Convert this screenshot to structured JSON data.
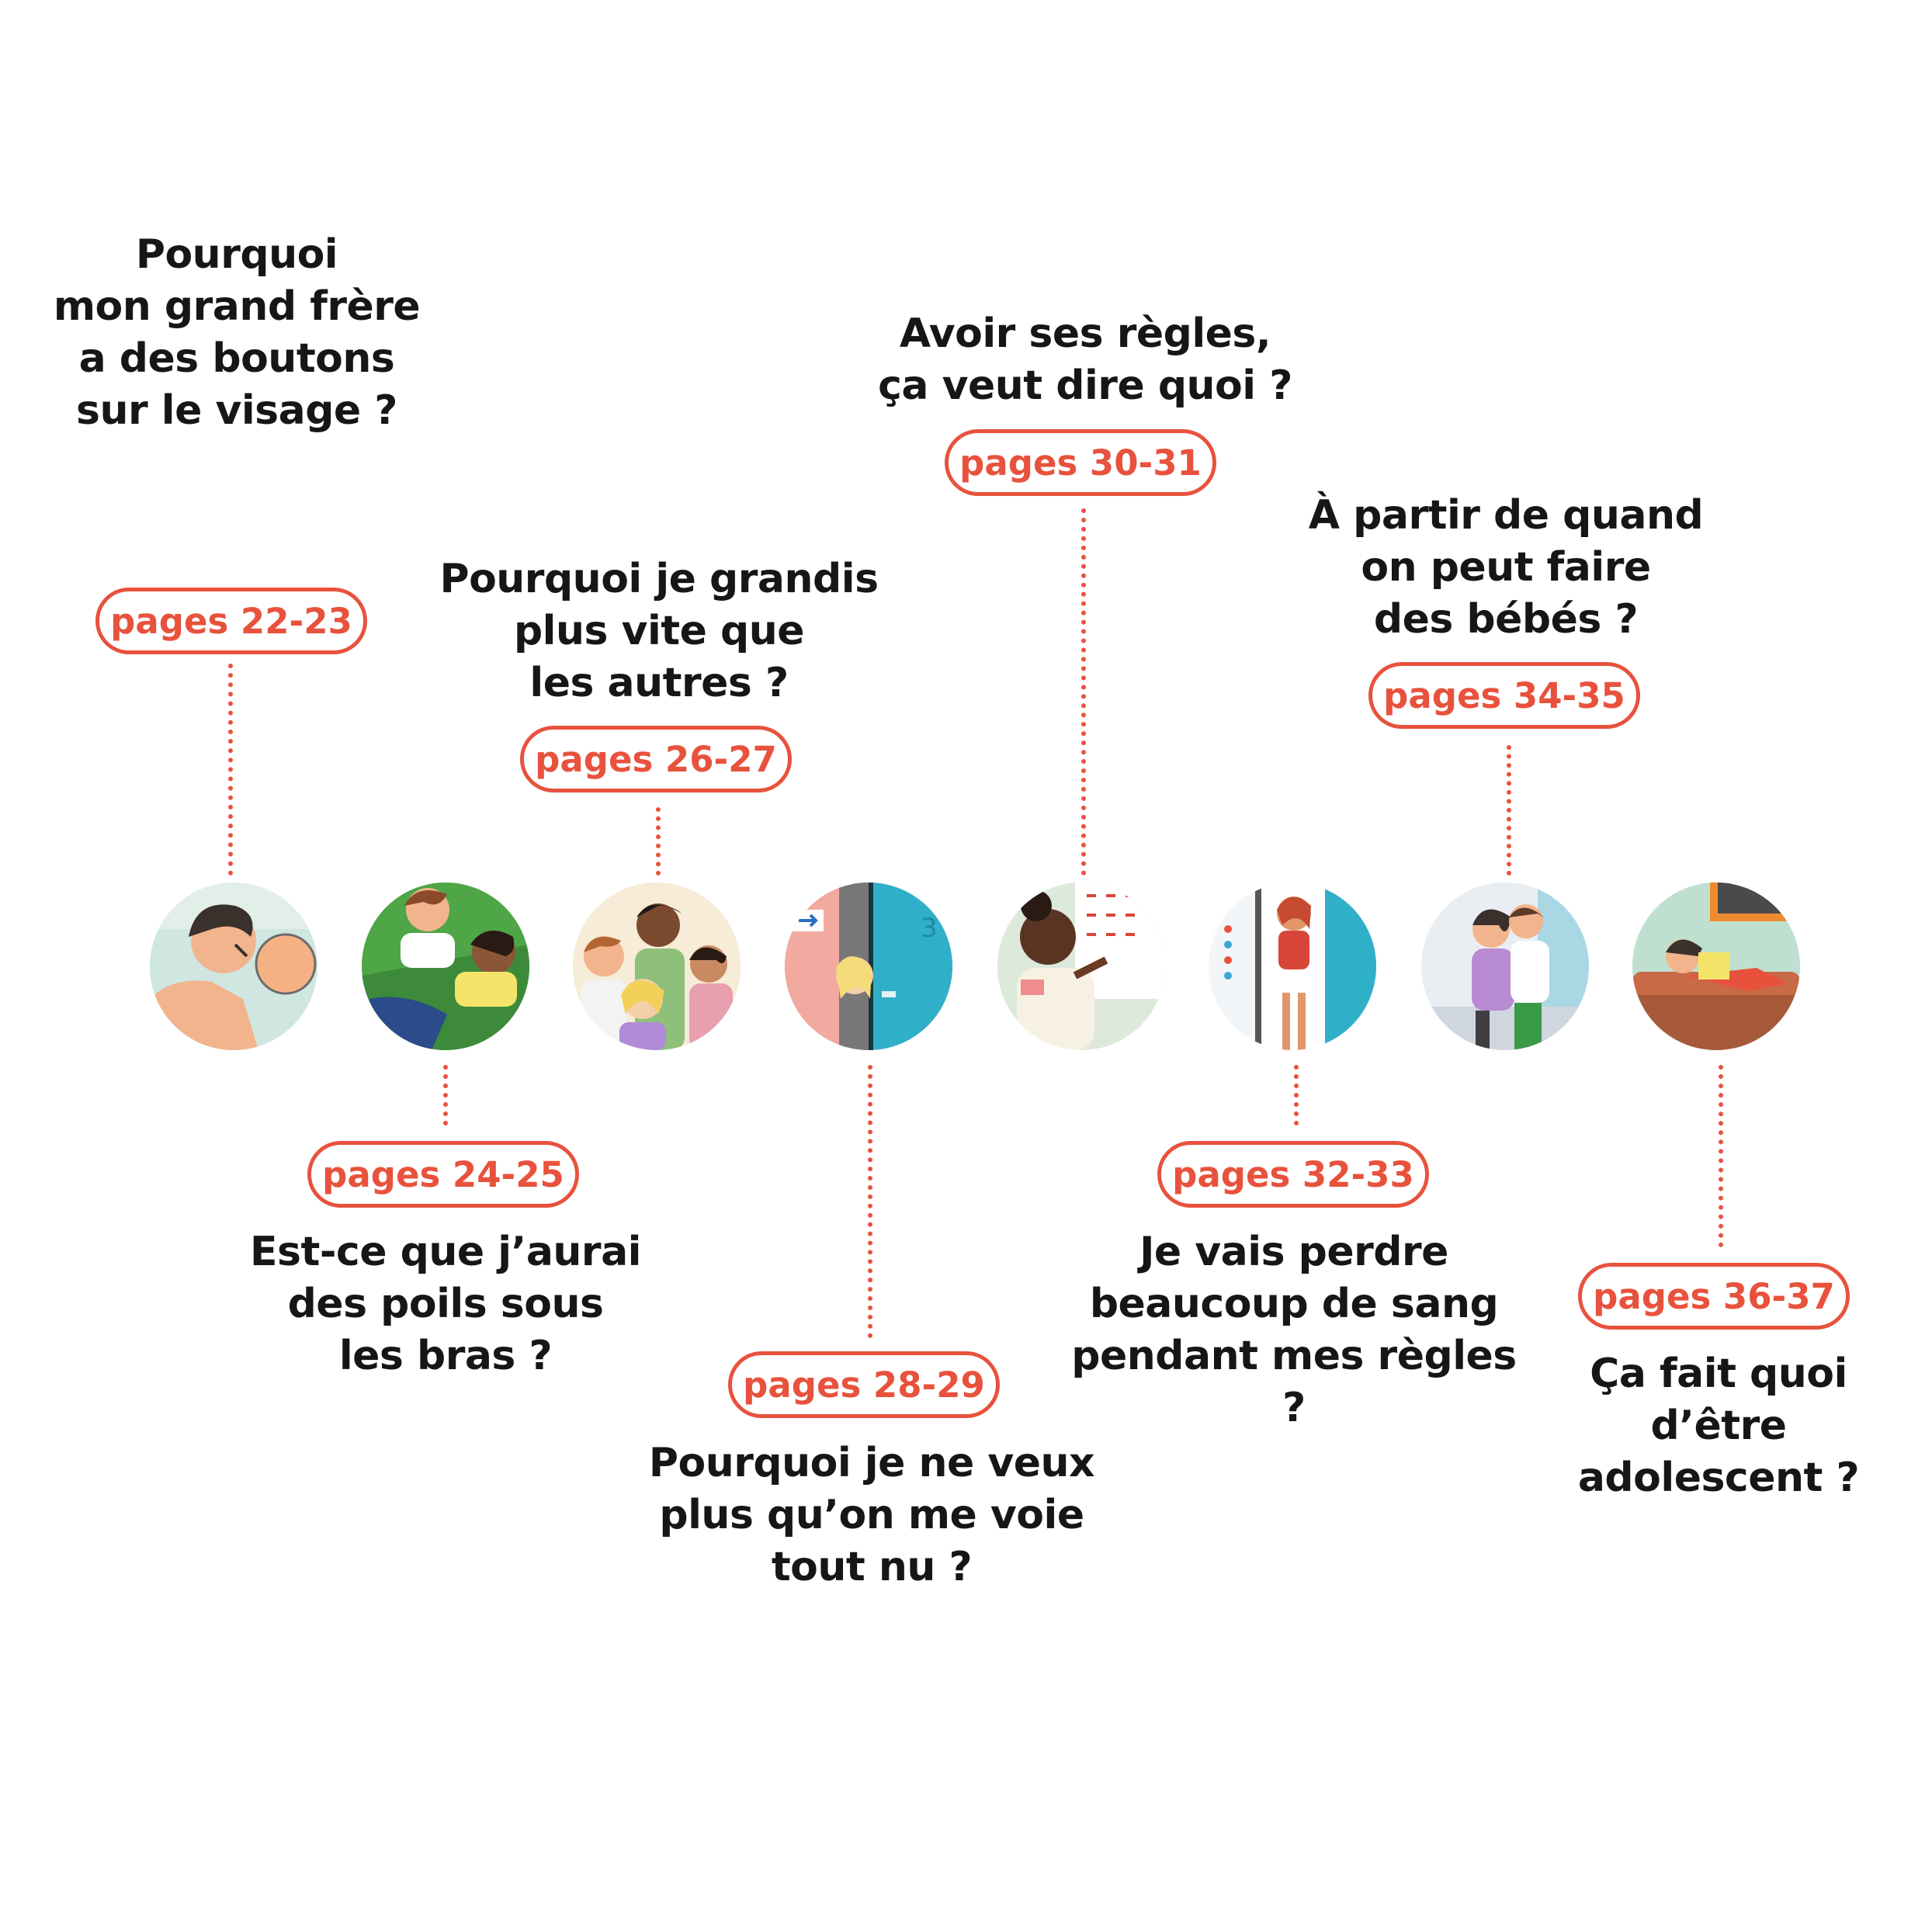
{
  "accent_color": "#e8523d",
  "topics": [
    {
      "question": "Pourquoi\nmon grand frère\na des boutons\nsur le visage ?",
      "pages": "pages 22-23",
      "illustration": "boy-checking-pimples-in-mirror"
    },
    {
      "question": "Est-ce que j’aurai\ndes poils sous\nles bras ?",
      "pages": "pages 24-25",
      "illustration": "kids-lying-on-grass"
    },
    {
      "question": "Pourquoi je grandis\nplus vite que\nles autres ?",
      "pages": "pages 26-27",
      "illustration": "group-of-children"
    },
    {
      "question": "Pourquoi je ne veux\nplus qu’on me voie\ntout nu ?",
      "pages": "pages 28-29",
      "illustration": "girl-hiding-behind-door"
    },
    {
      "question": "Avoir ses règles,\nça veut dire quoi ?",
      "pages": "pages 30-31",
      "illustration": "girl-marking-calendar"
    },
    {
      "question": "Je vais perdre\nbeaucoup de sang\npendant mes règles ?",
      "pages": "pages 32-33",
      "illustration": "girl-in-bathroom-doorway"
    },
    {
      "question": "À partir de quand\non peut faire\ndes bébés ?",
      "pages": "pages 34-35",
      "illustration": "couple-embracing"
    },
    {
      "question": "Ça fait quoi\nd’être\nadolescent ?",
      "pages": "pages 36-37",
      "illustration": "teen-reading-on-couch"
    }
  ]
}
